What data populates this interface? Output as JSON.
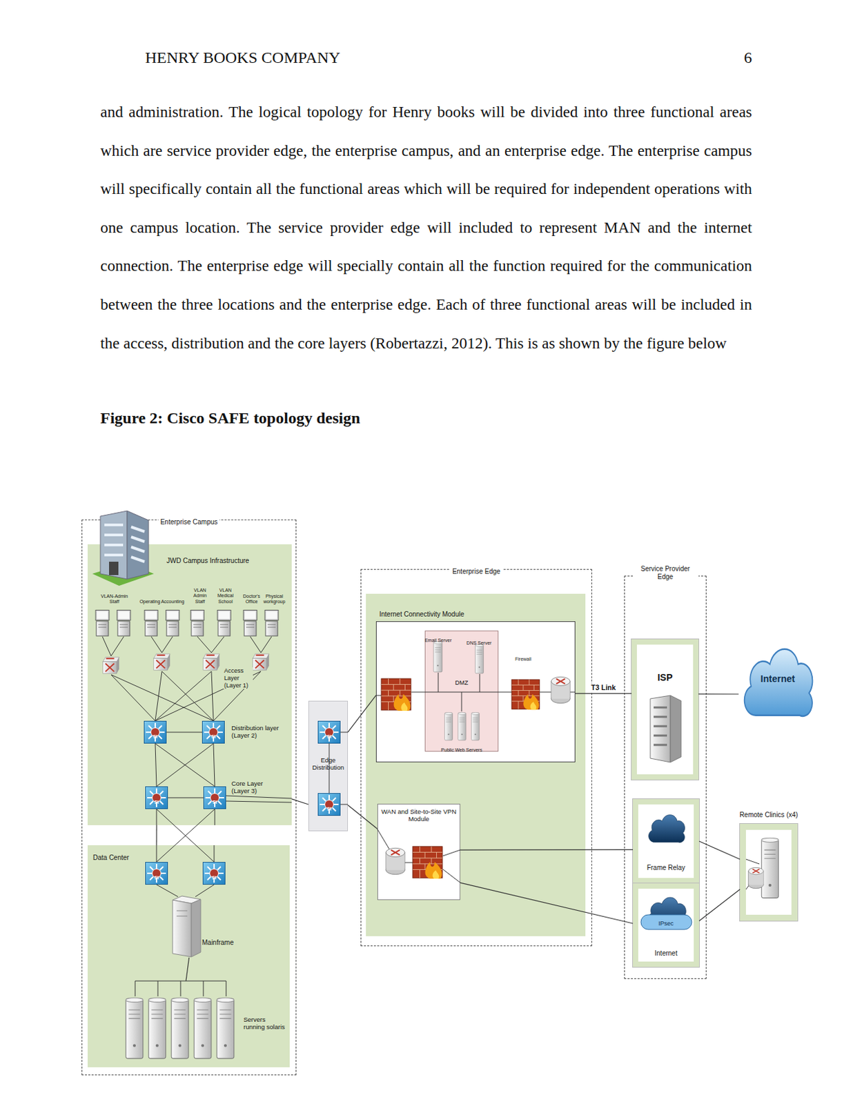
{
  "diagram": {
    "title": "Figure 2: Cisco SAFE topology design",
    "nodes": [
      {
        "text": [
          "Enterprise Campus"
        ]
      },
      {
        "text": [
          "JWD Campus Infrastructure"
        ],
        "in": 0
      },
      {
        "text": [
          "Data Center"
        ],
        "in": 0
      },
      {
        "text": [
          "Mainframe"
        ],
        "in": 2
      },
      {
        "text": [
          "Servers running solaris"
        ],
        "in": 2
      },
      {
        "text": [
          "Edge Distribution"
        ]
      },
      {
        "text": [
          "Enterprise Edge"
        ]
      },
      {
        "text": [
          "Internet Connectivity Module"
        ],
        "in": 6
      },
      {
        "text": [
          "DMZ"
        ],
        "in": 7
      },
      {
        "text": [
          "WAN and Site-to-Site VPN Module"
        ],
        "in": 6
      },
      {
        "text": [
          "Service Provider Edge"
        ]
      },
      {
        "text": [
          "ISP"
        ],
        "in": 10
      },
      {
        "text": [
          "Frame Relay"
        ],
        "in": 10
      },
      {
        "text": [
          "IPsec",
          "Internet"
        ],
        "in": 10
      },
      {
        "text": [
          "Internet"
        ]
      },
      {
        "text": [
          "Remote Clinics (x4)"
        ]
      }
    ],
    "edges": [
      {
        "from": 1,
        "to": 5,
        "arrow": "none"
      },
      {
        "from": 5,
        "to": 7,
        "arrow": "none"
      },
      {
        "from": 5,
        "to": 9,
        "arrow": "none"
      },
      {
        "from": 7,
        "to": 11,
        "label": "T3 Link",
        "arrow": "none"
      },
      {
        "from": 11,
        "to": 14,
        "arrow": "none"
      },
      {
        "from": 9,
        "to": 12,
        "arrow": "none"
      },
      {
        "from": 9,
        "to": 13,
        "arrow": "none"
      },
      {
        "from": 12,
        "to": 15,
        "arrow": "none"
      },
      {
        "from": 13,
        "to": 15,
        "arrow": "none"
      },
      {
        "from": 1,
        "to": 2,
        "arrow": "none"
      },
      {
        "from": 3,
        "to": 4,
        "arrow": "none"
      }
    ],
    "labels": [
      "HENRY BOOKS COMPANY",
      "6",
      "and administration. The logical topology for Henry books will be divided into three functional areas which are service provider edge, the enterprise campus, and an enterprise edge. The enterprise campus will specifically contain all the functional areas which will be required for independent operations with one campus location. The service provider edge will included to represent MAN and the internet connection. The enterprise edge will specially contain all the function required for the communication between the three locations and the enterprise edge. Each of three functional areas will be included in the access, distribution and the core layers (Robertazzi, 2012). This is as shown by the figure below",
      "VLAN-Admin Staff",
      "Operating",
      "Accounting",
      "VLAN Admin Staff",
      "VLAN Medical School",
      "Doctor's Office",
      "Physical workgroup",
      "Access Layer (Layer 1)",
      "Distribution layer (Layer 2)",
      "Core Layer (Layer 3)",
      "SI",
      "SI",
      "SI",
      "SI",
      "SI",
      "SI",
      "SI",
      "SI",
      "Email Server",
      "DNS Server",
      "Firewall",
      "Public Web Servers"
    ]
  }
}
